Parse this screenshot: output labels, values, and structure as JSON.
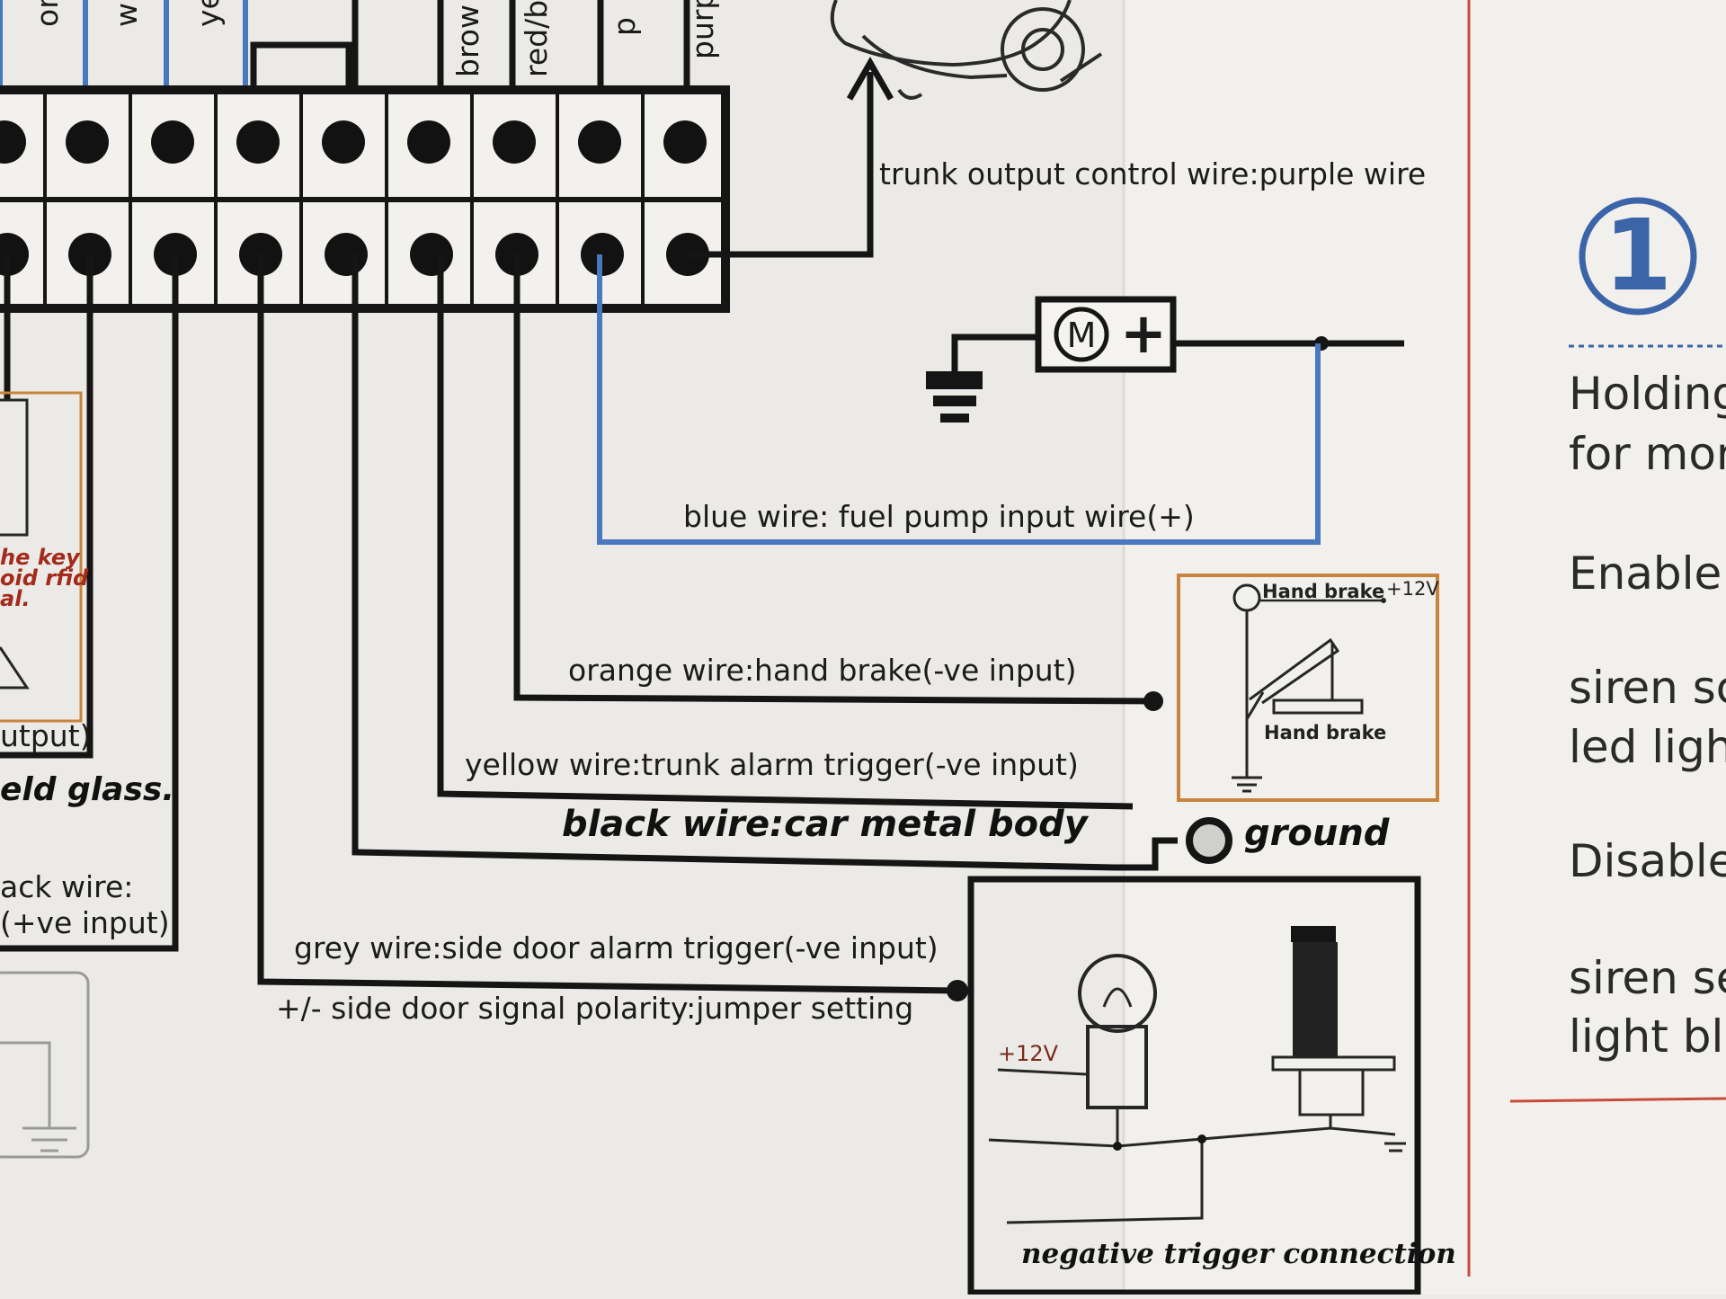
{
  "connector": {
    "top_wire_labels": [
      "or",
      "w",
      "ye",
      "brow",
      "red/b",
      "p",
      "purp"
    ]
  },
  "labels": {
    "trunk_output": "trunk output control wire:purple wire",
    "fuel_pump": "blue wire: fuel pump input wire(+)",
    "hand_brake": "orange wire:hand brake(-ve input)",
    "trunk_alarm": "yellow wire:trunk alarm trigger(-ve input)",
    "metal_body": "black wire:car metal body",
    "ground": "ground",
    "side_door": "grey wire:side door alarm trigger(-ve input)",
    "polarity": "+/- side door signal polarity:jumper setting"
  },
  "motor": {
    "symbol": "M",
    "plus": "+"
  },
  "hand_brake_box": {
    "top_label": "Hand brake",
    "voltage": "+12V",
    "bottom_label": "Hand brake"
  },
  "trigger_box": {
    "voltage": "+12V",
    "caption": "negative trigger connection"
  },
  "left_partial": {
    "red_lines": [
      "he key",
      "oid rfid",
      "al."
    ],
    "output": "utput)",
    "glass": "eld glass.",
    "wire1": "ack wire:",
    "wire2": "(+ve input)"
  },
  "right_panel": {
    "step_number": "1",
    "lines": [
      "Holding",
      "for mor",
      "Enable",
      "siren sc",
      "led ligh",
      "Disable",
      "siren se",
      "light bli"
    ]
  },
  "colors": {
    "paper": "#ebeae6",
    "ink": "#151515",
    "blue_wire": "#4a78bf",
    "orange_box": "#c8843c",
    "red_rule": "#c84a3a",
    "step_blue": "#3c64a8"
  }
}
